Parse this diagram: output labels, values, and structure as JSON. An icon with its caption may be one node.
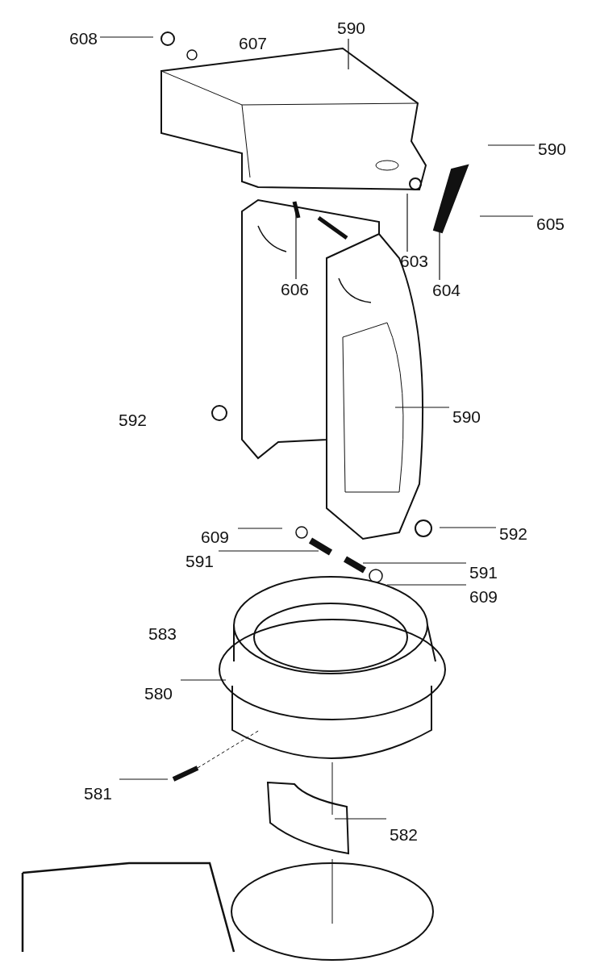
{
  "diagram": {
    "nodes": [
      {
        "text": [
          "608"
        ]
      },
      {
        "text": [
          "590"
        ]
      },
      {
        "text": [
          "590"
        ]
      },
      {
        "text": [
          "605"
        ]
      },
      {
        "text": [
          "603"
        ]
      },
      {
        "text": [
          "604"
        ]
      },
      {
        "text": [
          "606"
        ]
      },
      {
        "text": [
          "590"
        ]
      },
      {
        "text": [
          "592"
        ]
      },
      {
        "text": [
          "609"
        ]
      },
      {
        "text": [
          "591"
        ]
      },
      {
        "text": [
          "591"
        ]
      },
      {
        "text": [
          "609"
        ]
      },
      {
        "text": [
          "580"
        ]
      },
      {
        "text": [
          "581"
        ]
      },
      {
        "text": [
          "582"
        ]
      }
    ],
    "edges": [
      {
        "from": 0,
        "to": null,
        "arrow": "none"
      },
      {
        "from": 1,
        "to": null,
        "arrow": "none"
      },
      {
        "from": 2,
        "to": null,
        "arrow": "none"
      },
      {
        "from": 3,
        "to": null,
        "arrow": "none"
      },
      {
        "from": 4,
        "to": null,
        "arrow": "none"
      },
      {
        "from": 5,
        "to": null,
        "arrow": "none"
      },
      {
        "from": 6,
        "to": null,
        "arrow": "none"
      },
      {
        "from": 7,
        "to": null,
        "arrow": "none"
      },
      {
        "from": 8,
        "to": null,
        "arrow": "none"
      },
      {
        "from": 9,
        "to": null,
        "arrow": "none"
      },
      {
        "from": 10,
        "to": null,
        "arrow": "none"
      },
      {
        "from": 11,
        "to": null,
        "arrow": "none"
      },
      {
        "from": 12,
        "to": null,
        "arrow": "none"
      },
      {
        "from": 13,
        "to": null,
        "arrow": "none"
      },
      {
        "from": 14,
        "to": null,
        "arrow": "none"
      },
      {
        "from": 15,
        "to": null,
        "arrow": "none"
      }
    ],
    "labels": [
      "607",
      "592",
      "583"
    ]
  }
}
